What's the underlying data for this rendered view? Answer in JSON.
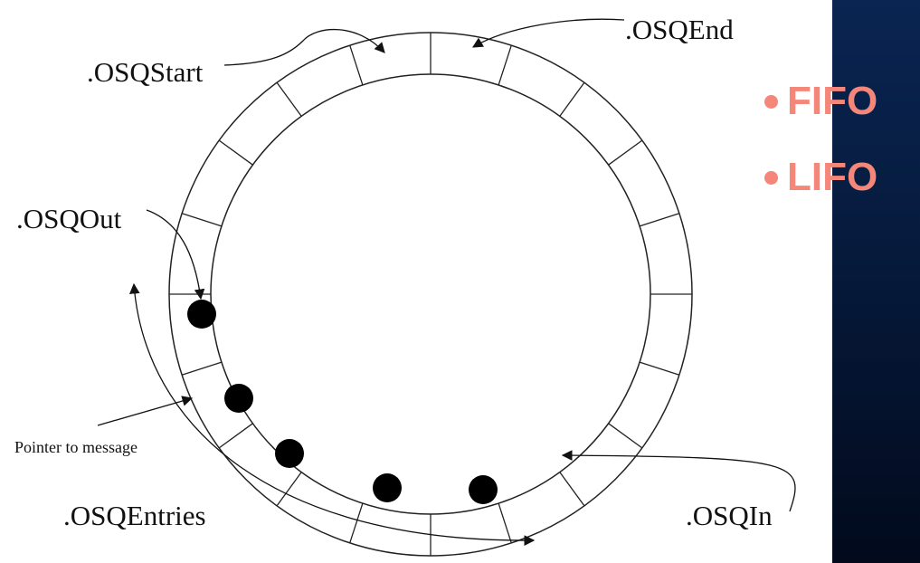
{
  "labels": {
    "osq_start": ".OSQStart",
    "osq_end": ".OSQEnd",
    "osq_out": ".OSQOut",
    "osq_in": ".OSQIn",
    "osq_entries": ".OSQEntries",
    "pointer_to_message": "Pointer to message"
  },
  "bullets": [
    {
      "label": "FIFO"
    },
    {
      "label": "LIFO"
    }
  ],
  "colors": {
    "bullet_text": "#f4877a",
    "side_panel": "#061a3c"
  }
}
